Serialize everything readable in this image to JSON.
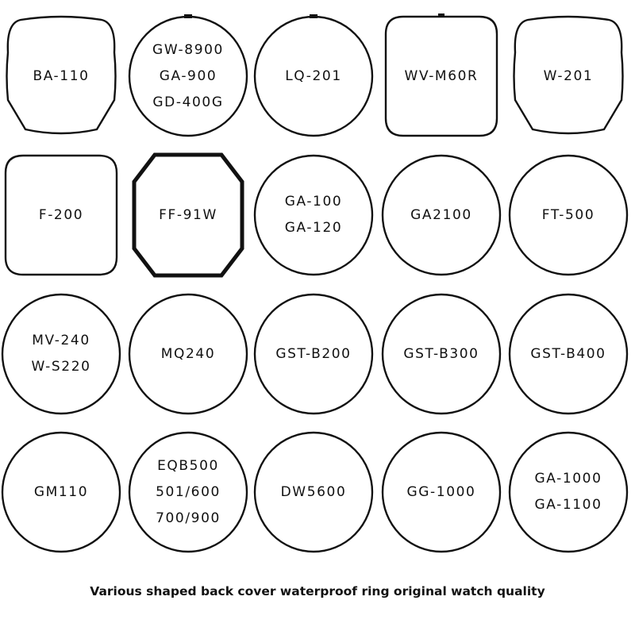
{
  "colors": {
    "ring_stroke": "#111111",
    "background": "#ffffff",
    "text": "#111111"
  },
  "rings": [
    {
      "shape": "barrel",
      "lines": [
        "BA-110"
      ]
    },
    {
      "shape": "notched-circle",
      "lines": [
        "GW-8900",
        "GA-900",
        "GD-400G"
      ]
    },
    {
      "shape": "notched-circle",
      "lines": [
        "LQ-201"
      ]
    },
    {
      "shape": "rounded-square-tab",
      "lines": [
        "WV-M60R"
      ]
    },
    {
      "shape": "barrel",
      "lines": [
        "W-201"
      ]
    },
    {
      "shape": "rounded-square",
      "lines": [
        "F-200"
      ]
    },
    {
      "shape": "thick-octagon",
      "lines": [
        "FF-91W"
      ]
    },
    {
      "shape": "circle",
      "lines": [
        "GA-100",
        "GA-120"
      ]
    },
    {
      "shape": "circle",
      "lines": [
        "GA2100"
      ]
    },
    {
      "shape": "circle",
      "lines": [
        "FT-500"
      ]
    },
    {
      "shape": "circle",
      "lines": [
        "MV-240",
        "W-S220"
      ]
    },
    {
      "shape": "circle",
      "lines": [
        "MQ240"
      ]
    },
    {
      "shape": "circle",
      "lines": [
        "GST-B200"
      ]
    },
    {
      "shape": "circle",
      "lines": [
        "GST-B300"
      ]
    },
    {
      "shape": "circle",
      "lines": [
        "GST-B400"
      ]
    },
    {
      "shape": "circle",
      "lines": [
        "GM110"
      ]
    },
    {
      "shape": "circle",
      "lines": [
        "EQB500",
        "501/600",
        "700/900"
      ]
    },
    {
      "shape": "circle",
      "lines": [
        "DW5600"
      ]
    },
    {
      "shape": "circle",
      "lines": [
        "GG-1000"
      ]
    },
    {
      "shape": "circle",
      "lines": [
        "GA-1000",
        "GA-1100"
      ]
    }
  ],
  "caption": "Various shaped back cover waterproof ring original watch quality"
}
